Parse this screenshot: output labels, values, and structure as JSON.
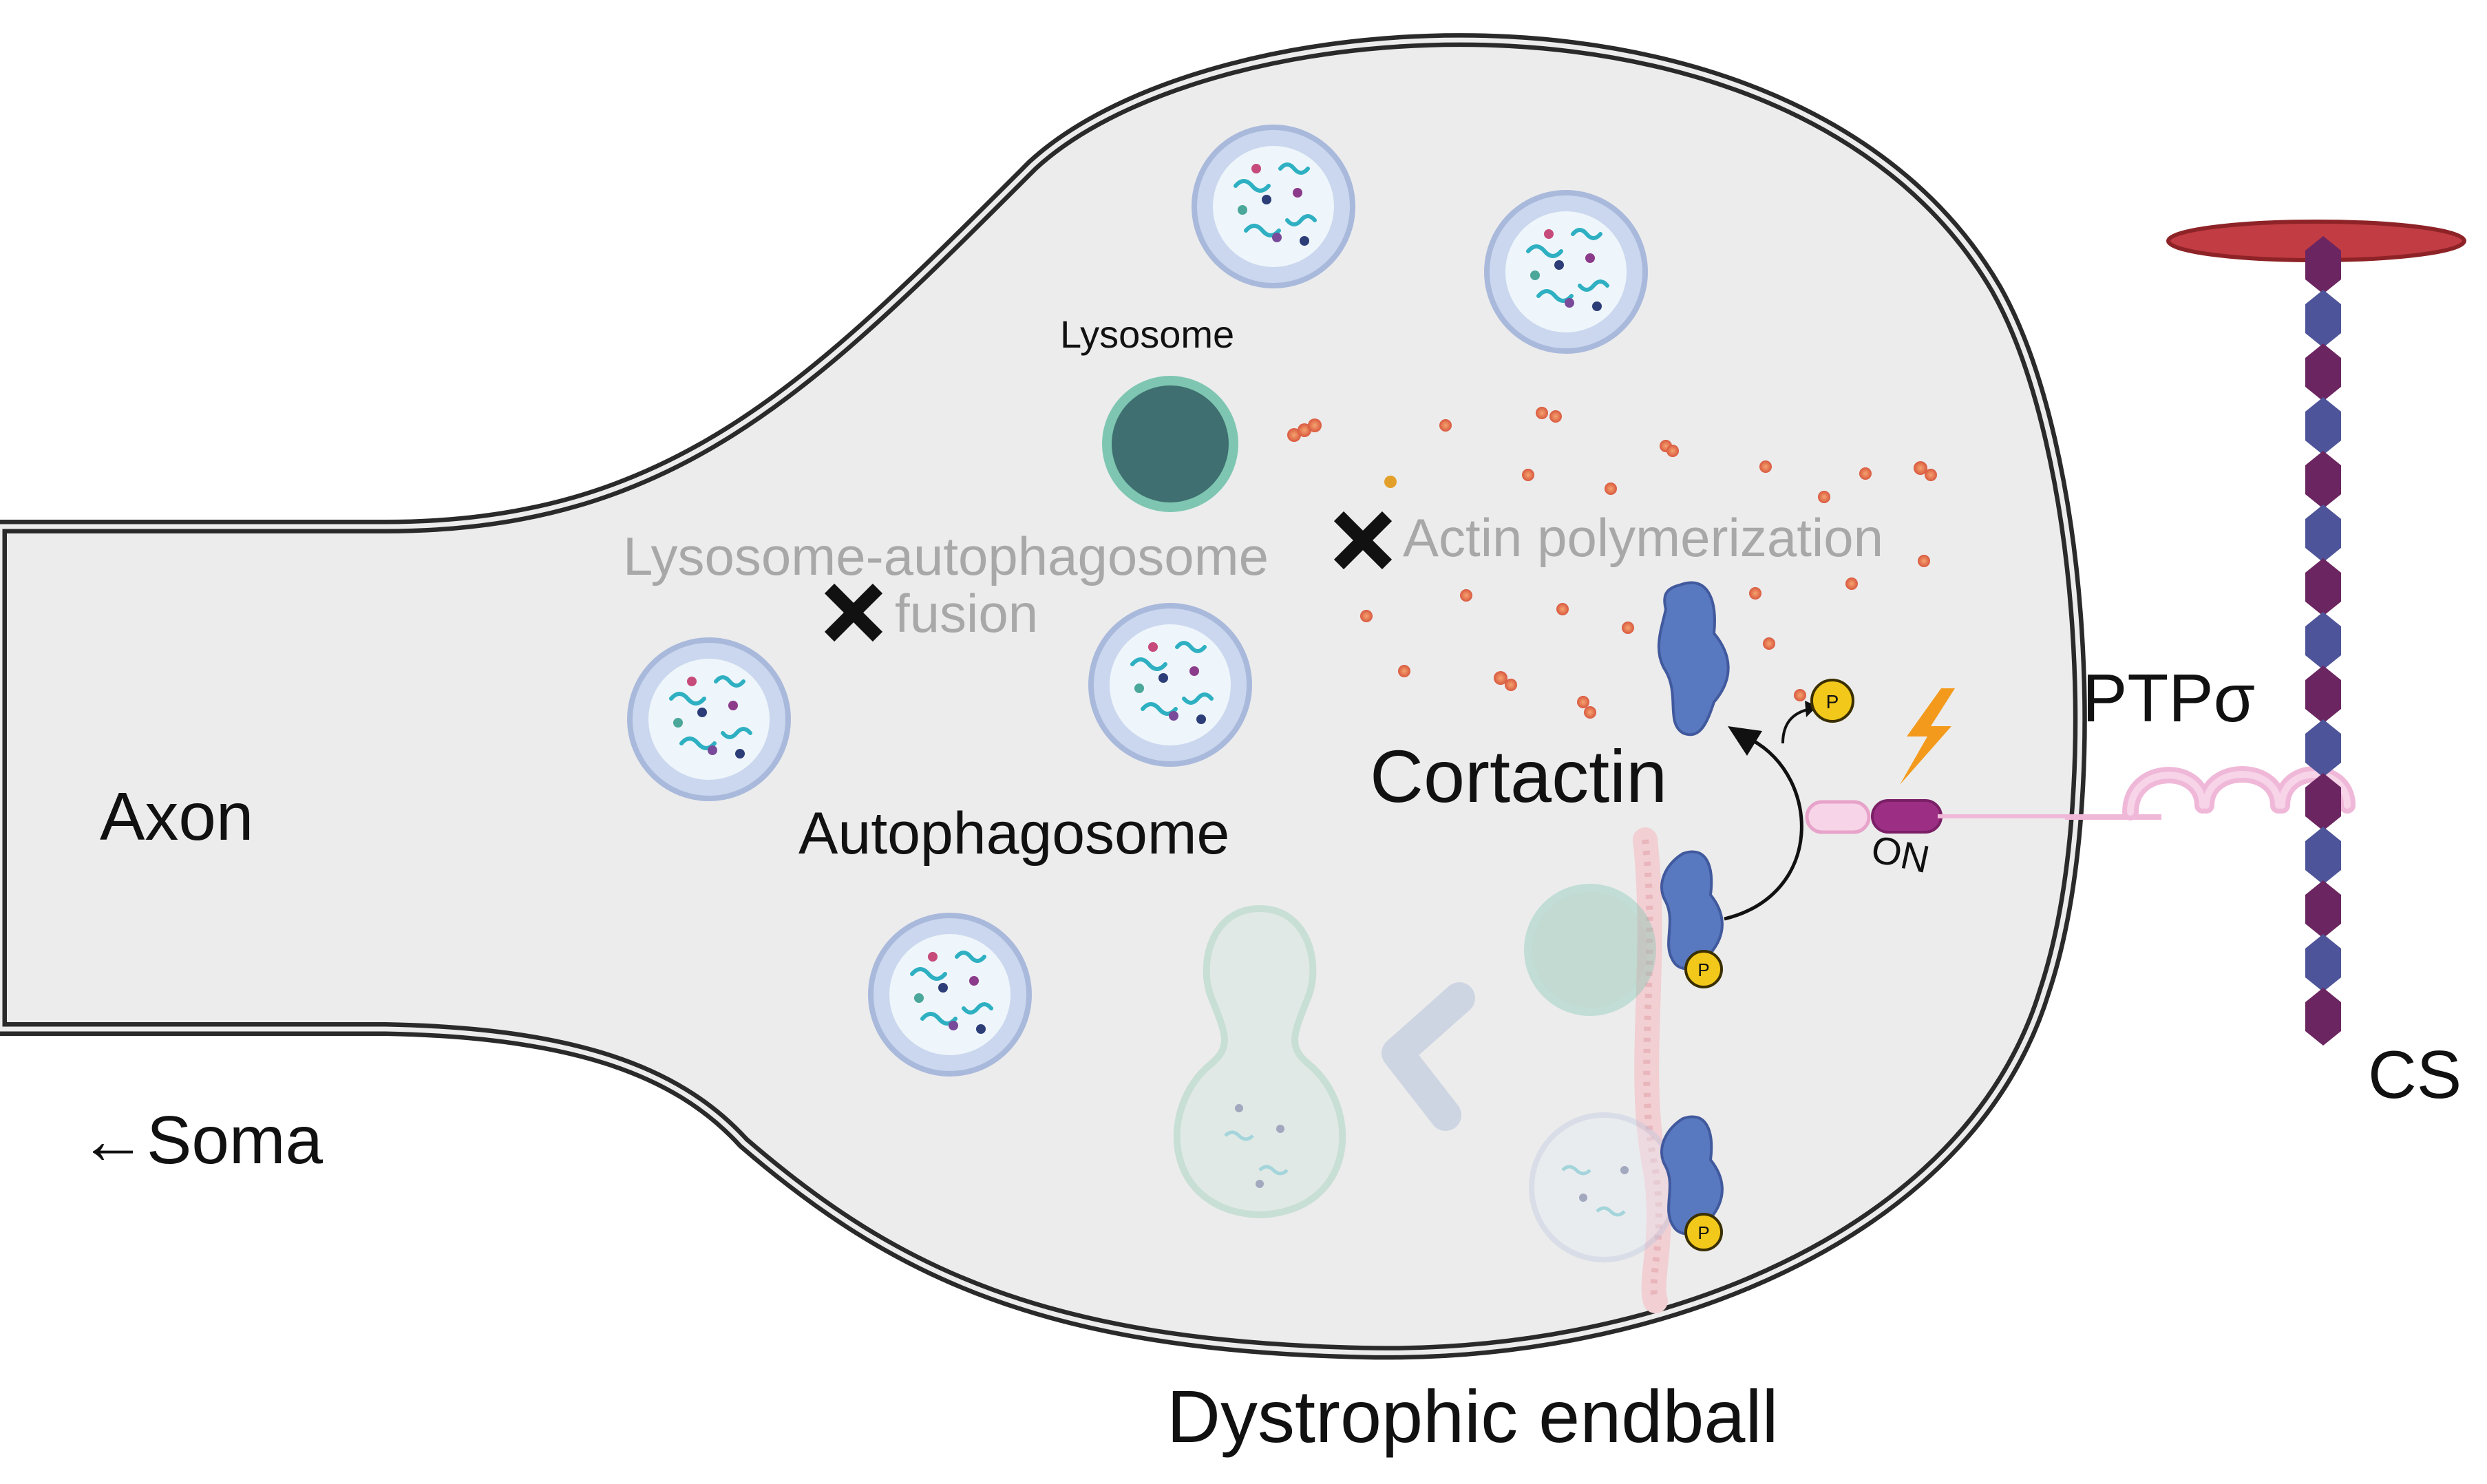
{
  "labels": {
    "axon": "Axon",
    "soma": "←Soma",
    "lysosome": "Lysosome",
    "fusion_line1": "Lysosome-autophagosome",
    "fusion_line2": "fusion",
    "actin": "Actin polymerization",
    "autophagosome": "Autophagosome",
    "cortactin": "Cortactin",
    "on": "ON",
    "ptp": "PTPσ",
    "cs": "CS",
    "endball": "Dystrophic endball",
    "phospho": "P"
  },
  "colors": {
    "cell_fill": "#ececec",
    "membrane": "#2a2a2a",
    "vesicle_ring": "#a9b9dc",
    "vesicle_inner": "#eef6fb",
    "lysosome_fill": "#3f6f70",
    "lysosome_ring": "#7ec6b1",
    "cortactin": "#5878c0",
    "phospho": "#f2c81b",
    "ptp_pink": "#f0b8d8",
    "ptp_magenta": "#9c2f84",
    "cs_bar": "#c23c43",
    "cs_purple": "#6b2560",
    "cs_blue": "#4e5499",
    "lightning": "#f39a1c",
    "actin_dot": "#e87a5c"
  },
  "icons": {
    "block_x": "cross-mark-icon",
    "lightning": "lightning-bolt-icon"
  }
}
